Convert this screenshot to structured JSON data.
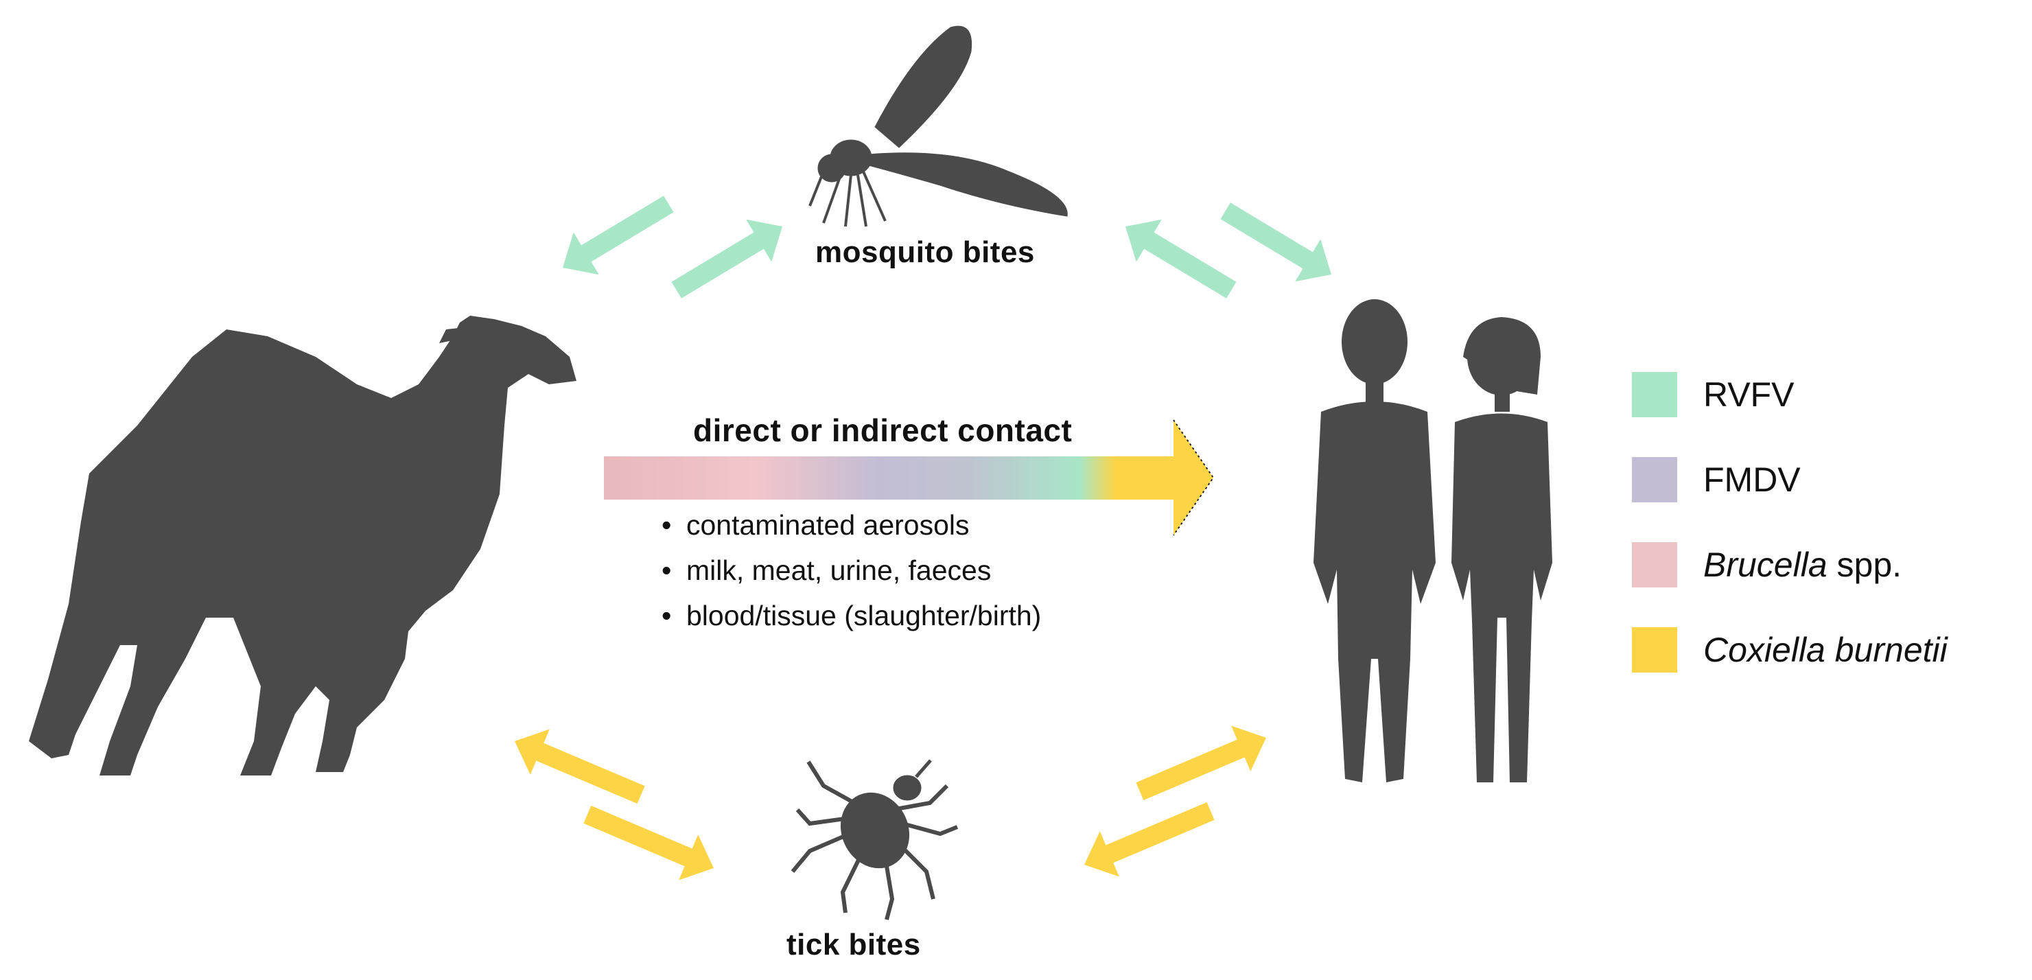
{
  "labels": {
    "mosquito": "mosquito bites",
    "tick": "tick bites",
    "contact_title": "direct or indirect contact"
  },
  "contact_routes": [
    "contaminated aerosols",
    "milk, meat, urine, faeces",
    "blood/tissue (slaughter/birth)"
  ],
  "legend": [
    {
      "italic": "",
      "plain": "RVFV",
      "color": "#a8e6c8"
    },
    {
      "italic": "",
      "plain": "FMDV",
      "color": "#c3bdd4"
    },
    {
      "italic": "Brucella",
      "plain": " spp.",
      "color": "#eec3c8"
    },
    {
      "italic": "Coxiella burnetii",
      "plain": "",
      "color": "#fcd445"
    }
  ],
  "colors": {
    "silhouette": "#4a4a4a",
    "rvfv": "#a8e6c8",
    "fmdv": "#c3bdd4",
    "brucella": "#eec3c8",
    "coxiella": "#fcd445"
  },
  "icons": [
    "camel-icon",
    "mosquito-icon",
    "tick-icon",
    "humans-icon"
  ]
}
